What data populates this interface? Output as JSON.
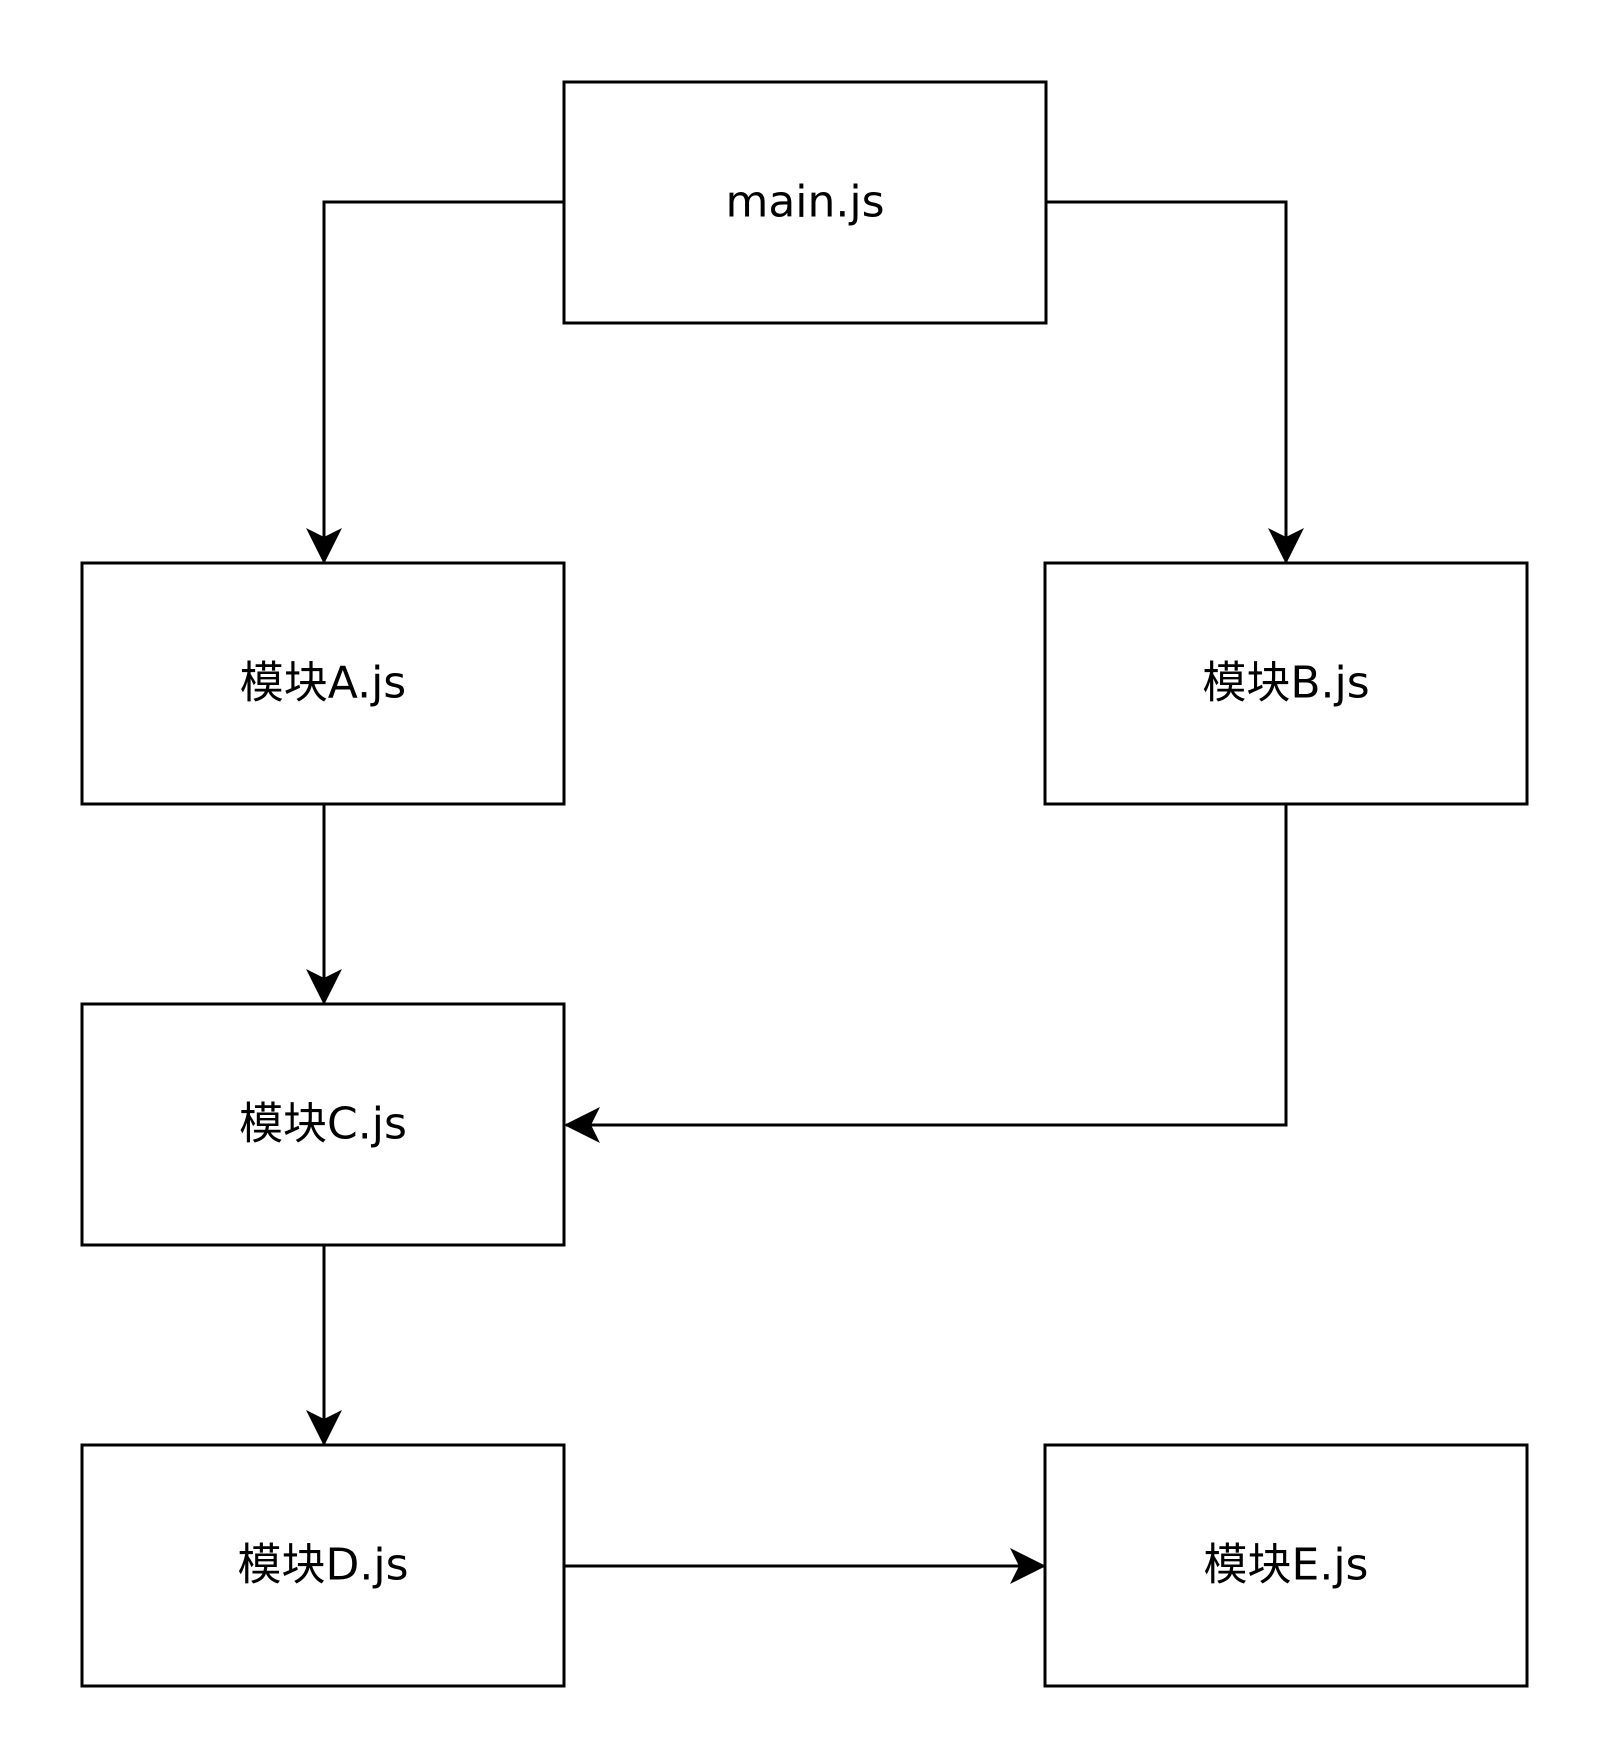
{
  "diagram": {
    "type": "flowchart",
    "colors": {
      "stroke": "#000000",
      "background": "#ffffff",
      "text": "#000000"
    },
    "nodes": {
      "main": {
        "label": "main.js"
      },
      "a": {
        "label": "模块A.js"
      },
      "b": {
        "label": "模块B.js"
      },
      "c": {
        "label": "模块C.js"
      },
      "d": {
        "label": "模块D.js"
      },
      "e": {
        "label": "模块E.js"
      }
    },
    "edges": [
      {
        "from": "main.js",
        "to": "模块A.js"
      },
      {
        "from": "main.js",
        "to": "模块B.js"
      },
      {
        "from": "模块A.js",
        "to": "模块C.js"
      },
      {
        "from": "模块B.js",
        "to": "模块C.js"
      },
      {
        "from": "模块C.js",
        "to": "模块D.js"
      },
      {
        "from": "模块D.js",
        "to": "模块E.js"
      }
    ]
  }
}
